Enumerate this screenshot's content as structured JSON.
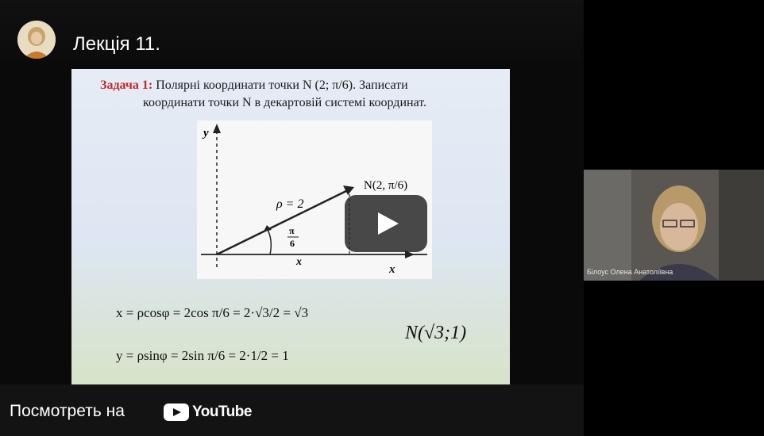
{
  "video": {
    "title": "Лекція 11.",
    "watch_label": "Посмотреть на",
    "brand_label": "YouTube"
  },
  "slide": {
    "task_label": "Задача 1:",
    "task_line1": "Полярні координати точки N (2; π/6). Записати",
    "task_line2": "координати точки N в декартовій системі координат.",
    "figure": {
      "y_axis": "y",
      "x_axis": "x",
      "x_axis2": "x",
      "rho": "ρ = 2",
      "angle": "π",
      "angle_den": "6",
      "point": "N(2, π/6)"
    },
    "formula_x": "x = ρcosφ = 2cos π/6 = 2·√3/2 = √3",
    "formula_y": "y = ρsinφ = 2sin π/6 = 2·1/2 = 1",
    "result": "N(√3;1)"
  },
  "webcam": {
    "name": "Білоус Олена Анатоліївна"
  },
  "colors": {
    "task_label": "#c0282d",
    "background": "#000000"
  }
}
